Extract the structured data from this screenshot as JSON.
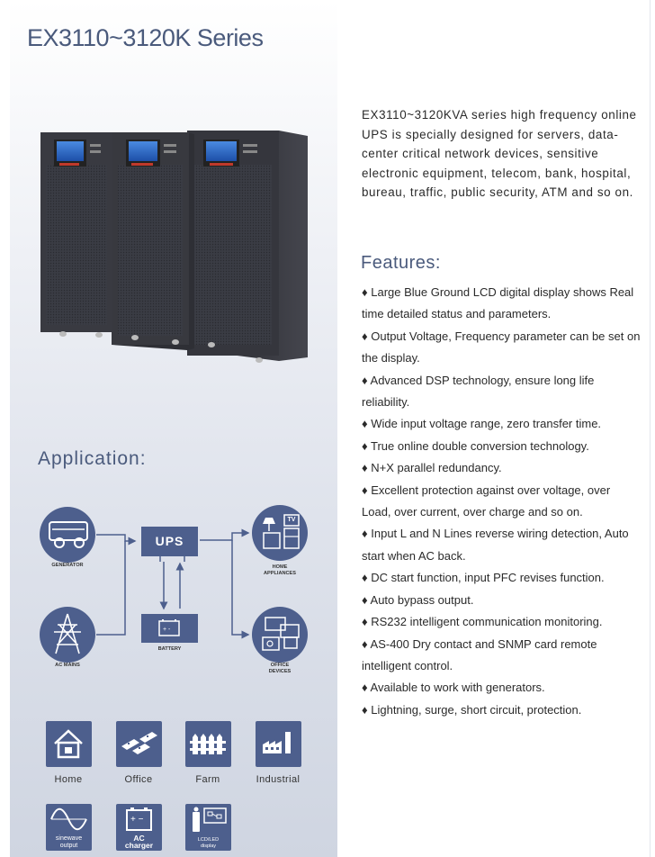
{
  "title": "EX3110~3120K Series",
  "intro": "EX3110~3120KVA series high frequency online UPS is specially designed for servers, data-center critical network devices, sensitive electronic equipment, telecom, bank, hospital, bureau, traffic, public security, ATM and so on.",
  "features_title": "Features:",
  "features": [
    "♦ Large Blue Ground LCD digital display shows Real time detailed status and parameters.",
    "♦ Output Voltage, Frequency parameter  can be set on the display.",
    "♦ Advanced DSP technology, ensure long life reliability.",
    "♦ Wide input voltage range, zero transfer time.",
    "♦ True online double conversion technology.",
    "♦ N+X parallel redundancy.",
    "♦ Excellent protection against over voltage, over Load, over current, over charge  and so on.",
    "♦ Input L and N Lines reverse wiring detection, Auto start when AC back.",
    "♦ DC start function, input PFC revises function.",
    "♦ Auto bypass output.",
    "♦ RS232 intelligent communication monitoring.",
    "♦ AS-400 Dry contact and SNMP card remote intelligent control.",
    "♦ Available to work with generators.",
    "♦ Lightning, surge, short circuit, protection."
  ],
  "application_title": "Application:",
  "diagram": {
    "ups_label": "UPS",
    "generator": "GENERATOR",
    "ac_mains": "AC MAINS",
    "battery": "BATTERY",
    "home_line1": "HOME",
    "home_line2": "APPLIANCES",
    "office_line1": "OFFICE",
    "office_line2": "DEVICES",
    "tv": "TV"
  },
  "categories": {
    "home": "Home",
    "office": "Office",
    "farm": "Farm",
    "industrial": "Industrial"
  },
  "badges": {
    "sinewave_line1": "sinewave",
    "sinewave_line2": "output",
    "ac_line1": "AC",
    "ac_line2": "charger",
    "lcd_line1": "LCD/LED",
    "lcd_line2": "display"
  },
  "colors": {
    "accent": "#4d5f8d",
    "heading": "#4a5a7c",
    "text": "#2a2a2a"
  }
}
